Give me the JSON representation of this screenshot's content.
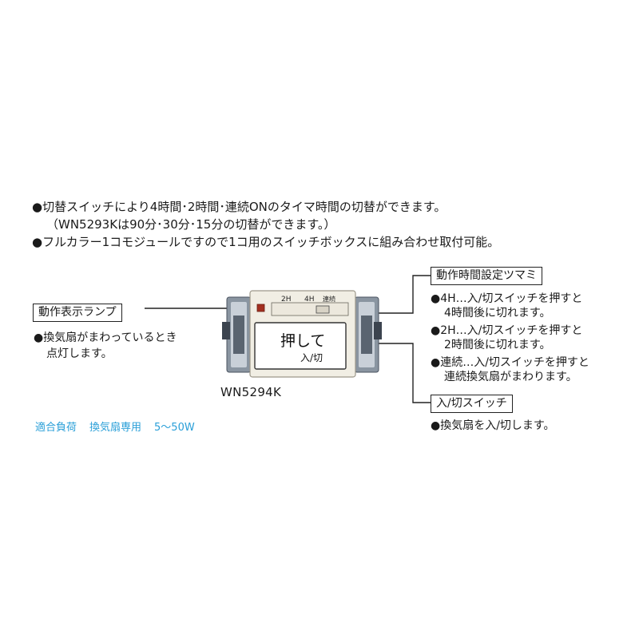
{
  "features": {
    "line1": "●切替スイッチにより4時間･2時間･連続ONのタイマ時間の切替ができます。",
    "line2": "（WN5293Kは90分･30分･15分の切替ができます。）",
    "line3": "●フルカラー1コモジュールですので1コ用のスイッチボックスに組み合わせ取付可能。"
  },
  "left_callout": {
    "label": "動作表示ランプ",
    "desc_line1": "●換気扇がまわっているとき",
    "desc_line2": "点灯します。"
  },
  "right_callout_top": {
    "label": "動作時間設定ツマミ",
    "items": [
      {
        "l1": "●4H…入/切スイッチを押すと",
        "l2": "4時間後に切れます。"
      },
      {
        "l1": "●2H…入/切スイッチを押すと",
        "l2": "2時間後に切れます。"
      },
      {
        "l1": "●連続…入/切スイッチを押すと",
        "l2": "連続換気扇がまわります。"
      }
    ]
  },
  "right_callout_bottom": {
    "label": "入/切スイッチ",
    "desc": "●換気扇を入/切します。"
  },
  "device": {
    "dial_2h": "2H",
    "dial_4h": "4H",
    "dial_cont": "連続",
    "push_text": "押して",
    "onoff_text": "入/切",
    "model": "WN5294K"
  },
  "compat": {
    "label": "適合負荷",
    "usage": "換気扇専用",
    "range": "5〜50W"
  },
  "colors": {
    "compat_text": "#2a9fd8",
    "lamp": "#a33020",
    "device_body": "#f1eee4",
    "frame_metal": "#8a95a1"
  }
}
